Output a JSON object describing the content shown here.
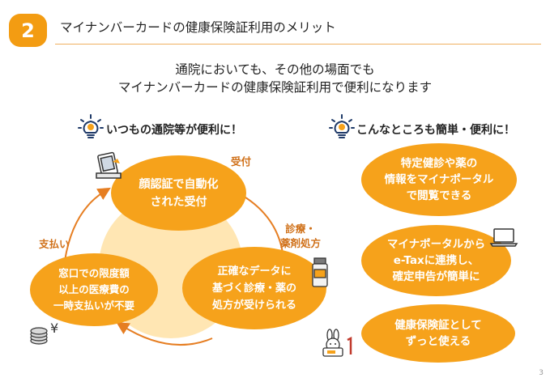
{
  "header": {
    "number": "2",
    "title": "マイナンバーカードの健康保険証利用のメリット"
  },
  "lead": {
    "line1": "通院においても、その他の場面でも",
    "line2": "マイナンバーカードの健康保険証利用で便利になります"
  },
  "left_section": {
    "title": "いつもの通院等が便利に！",
    "steps": [
      {
        "label": "受付",
        "oval_line1": "顔認証で自動化",
        "oval_line2": "された受付"
      },
      {
        "label_line1": "診療・",
        "label_line2": "薬剤処方",
        "oval_line1": "正確なデータに",
        "oval_line2": "基づく診療・薬の",
        "oval_line3": "処方が受けられる"
      },
      {
        "label": "支払い",
        "oval_line1": "窓口での限度額",
        "oval_line2": "以上の医療費の",
        "oval_line3": "一時支払いが不要"
      }
    ]
  },
  "right_section": {
    "title": "こんなところも簡単・便利に！",
    "items": [
      {
        "line1": "特定健診や薬の",
        "line2": "情報をマイナポータル",
        "line3": "で閲覧できる"
      },
      {
        "line1": "マイナポータルから",
        "line2": "e-Taxに連携し、",
        "line3": "確定申告が簡単に"
      },
      {
        "line1": "健康保険証として",
        "line2": "ずっと使える"
      }
    ]
  },
  "page_number": "3",
  "colors": {
    "accent": "#f39c12",
    "oval": "#f6a21b",
    "label": "#d0711a",
    "arrow": "#e67e22",
    "icon_blue": "#1f3a68"
  },
  "icons": [
    "lightbulb-gear-icon",
    "face-recognition-kiosk-icon",
    "medicine-bottle-icon",
    "coins-yen-icon",
    "laptop-icon",
    "mascot-icon"
  ]
}
